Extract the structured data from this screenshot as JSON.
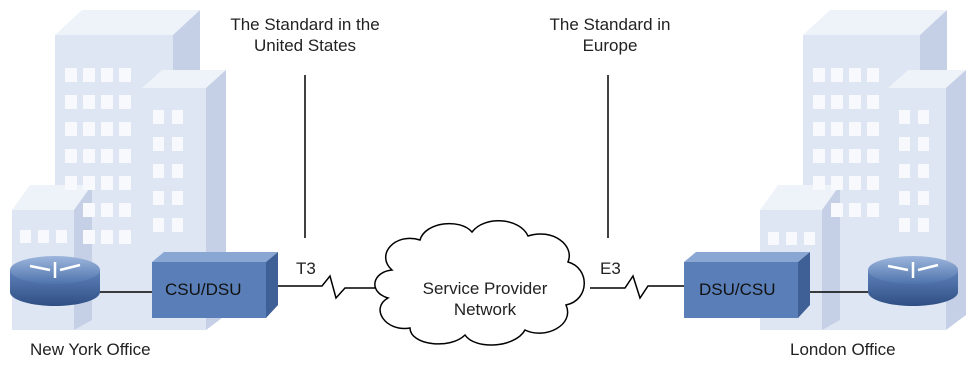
{
  "diagram": {
    "title_us_line1": "The Standard in the",
    "title_us_line2": "United States",
    "title_eu_line1": "The Standard in",
    "title_eu_line2": "Europe",
    "link_left": "T3",
    "link_right": "E3",
    "cloud_line1": "Service Provider",
    "cloud_line2": "Network",
    "device_left": "CSU/DSU",
    "device_right": "DSU/CSU",
    "office_left": "New York Office",
    "office_right": "London Office"
  },
  "colors": {
    "building_front": "#dfe6f3",
    "building_side": "#c5d0e6",
    "building_top": "#eef2f9",
    "window": "#f7f9fc",
    "device_front": "#5a7fb8",
    "device_side": "#3f5f97",
    "device_top": "#8aa7d3",
    "line": "#000000"
  }
}
